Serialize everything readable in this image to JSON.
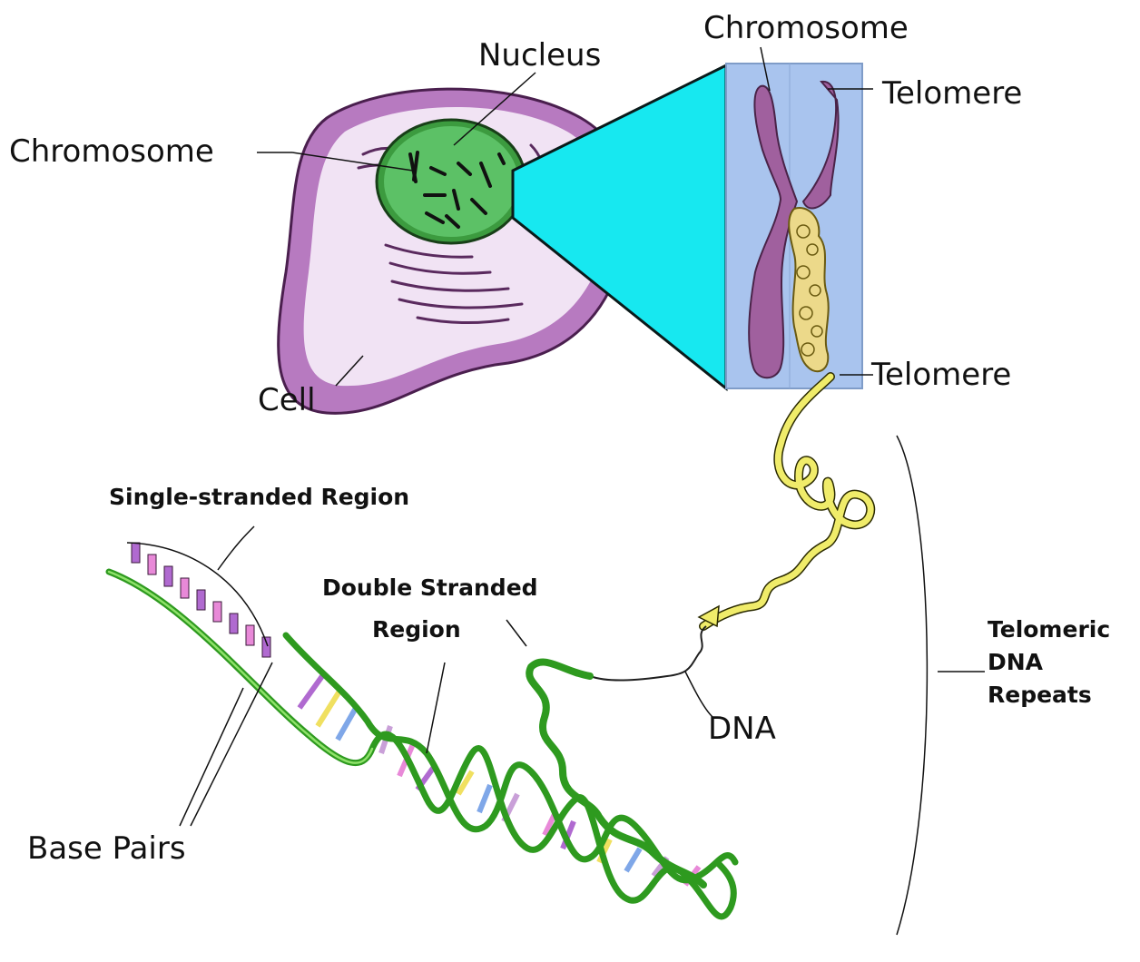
{
  "labels": {
    "nucleus": "Nucleus",
    "chromosome_left": "Chromosome",
    "cell": "Cell",
    "chromosome_top": "Chromosome",
    "telomere_top": "Telomere",
    "telomere_bottom": "Telomere",
    "single_stranded_region": "Single-stranded Region",
    "double_stranded_line1": "Double Stranded",
    "double_stranded_line2": "Region",
    "dna": "DNA",
    "base_pairs": "Base Pairs",
    "telomeric_line1": "Telomeric",
    "telomeric_line2": "DNA",
    "telomeric_line3": "Repeats"
  },
  "colors": {
    "cell_membrane": "#8a3d8f",
    "cell_fill": "#e4c9e8",
    "nucleus": "#3fae4a",
    "zoom_cone": "#17e8f0",
    "zoom_panel": "#a9c4ee",
    "chromosome": "#a0609e",
    "telomere_coil": "#f0ec6a",
    "dna_strand": "#2e9a1f",
    "base_pair_colors": [
      "#b06ad0",
      "#f0e060",
      "#7fa7e8",
      "#c9a0d8",
      "#e889d8"
    ]
  }
}
